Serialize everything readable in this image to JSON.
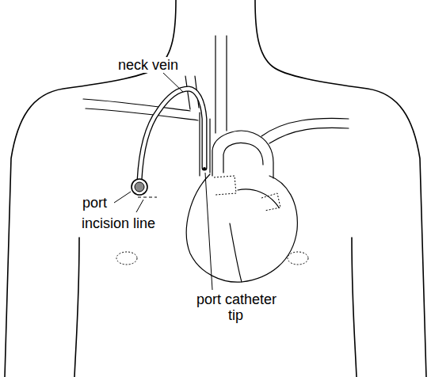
{
  "diagram": {
    "labels": [
      "neck vein",
      "port",
      "incision line",
      "port catheter tip"
    ]
  }
}
